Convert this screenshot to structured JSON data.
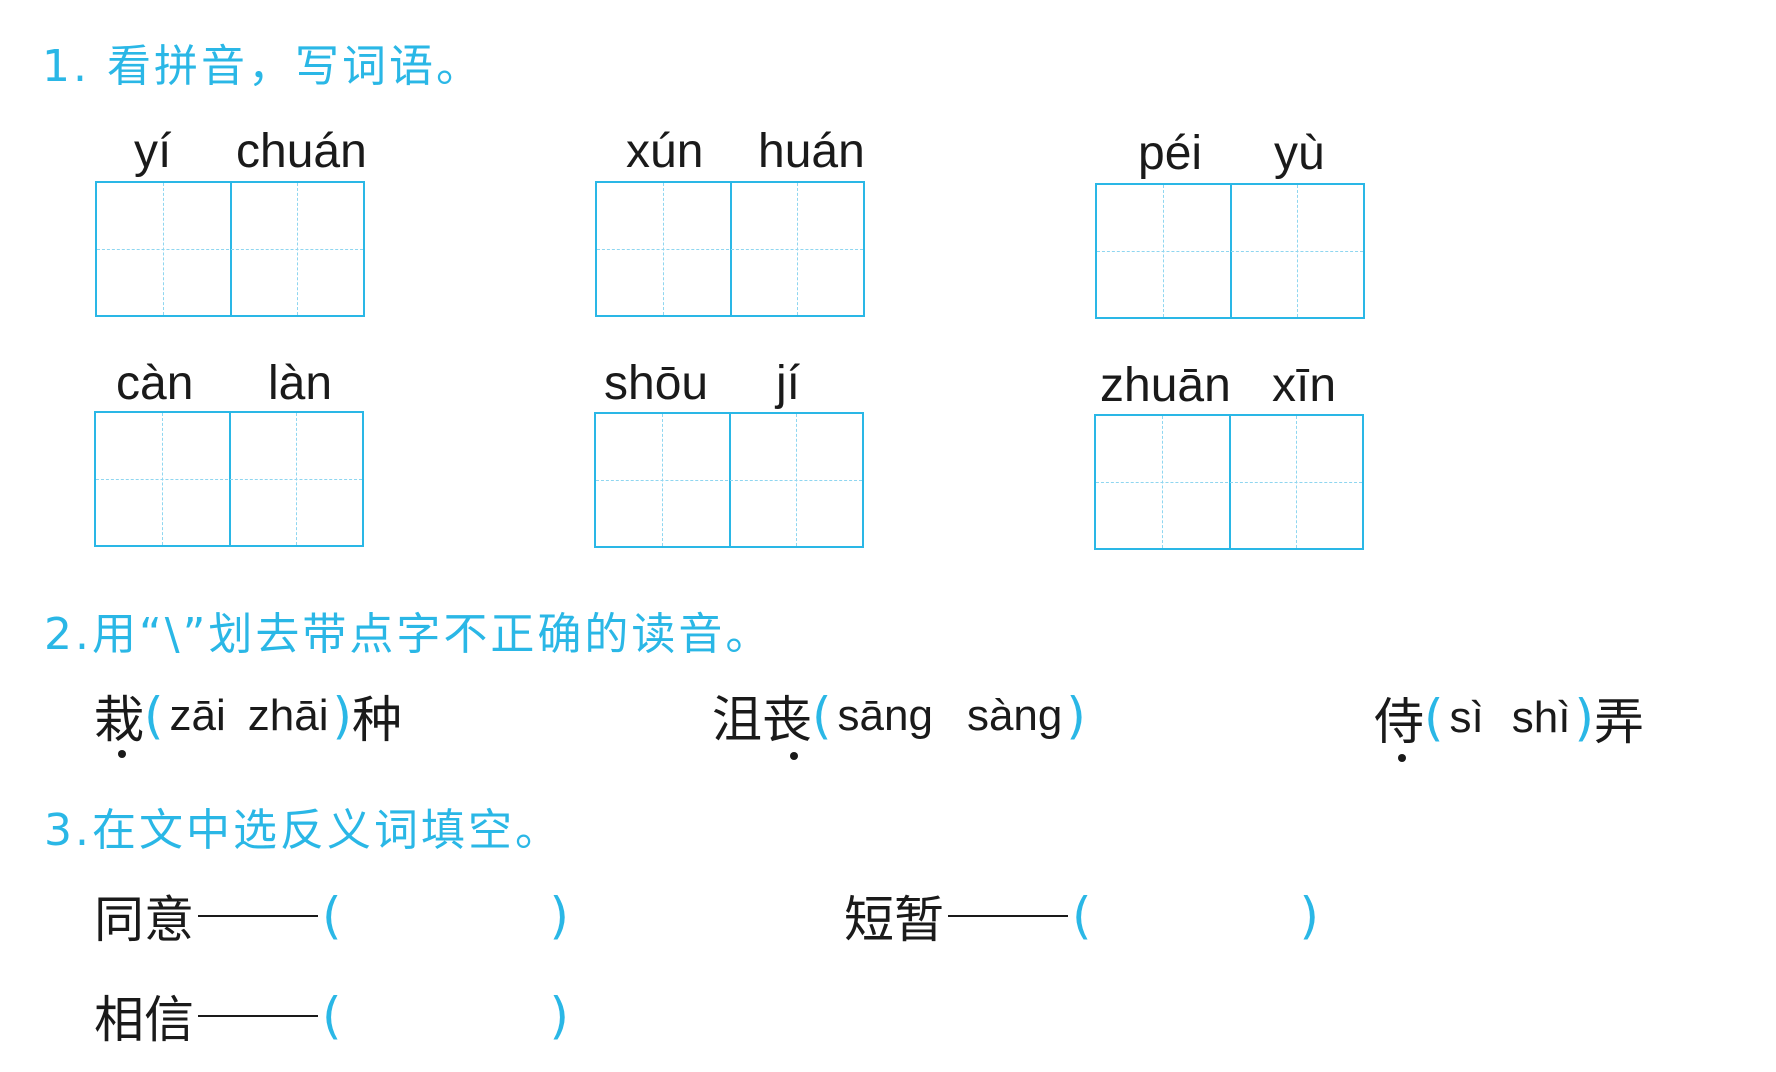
{
  "q1": {
    "heading": "1. 看拼音，写词语。",
    "items": [
      {
        "p1": "yí",
        "p2": "chuán"
      },
      {
        "p1": "xún",
        "p2": "huán"
      },
      {
        "p1": "péi",
        "p2": "yù"
      },
      {
        "p1": "càn",
        "p2": "làn"
      },
      {
        "p1": "shōu",
        "p2": "jí"
      },
      {
        "p1": "zhuān",
        "p2": "xīn"
      }
    ]
  },
  "q2": {
    "heading": "2.用“\\”划去带点字不正确的读音。",
    "items": [
      {
        "char1": "栽",
        "open": "(",
        "opt1": "zāi",
        "opt2": "zhāi",
        "close": ")",
        "char2": "种"
      },
      {
        "char1": "沮丧",
        "open": "(",
        "opt1": "sāng",
        "opt2": "sàng",
        "close": ")",
        "char2": ""
      },
      {
        "char1": "侍",
        "open": "(",
        "opt1": "sì",
        "opt2": "shì",
        "close": ")",
        "char2": "弄"
      }
    ]
  },
  "q3": {
    "heading": "3.在文中选反义词填空。",
    "items": [
      {
        "word": "同意",
        "open": "(",
        "close": ")"
      },
      {
        "word": "短暂",
        "open": "(",
        "close": ")"
      },
      {
        "word": "相信",
        "open": "(",
        "close": ")"
      }
    ]
  },
  "colors": {
    "accent": "#2ab7e6",
    "text": "#1a1a1a"
  }
}
